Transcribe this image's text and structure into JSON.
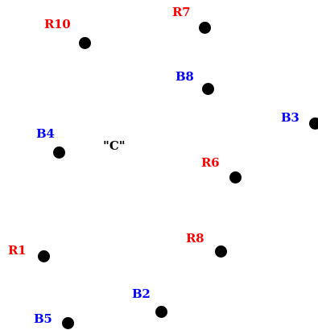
{
  "colors": {
    "red": "#ff0000",
    "blue": "#0000ff",
    "dot": "#000000"
  },
  "points": [
    {
      "label": "R10",
      "team": "red"
    },
    {
      "label": "R7",
      "team": "red"
    },
    {
      "label": "B8",
      "team": "blue"
    },
    {
      "label": "B3",
      "team": "blue"
    },
    {
      "label": "B4",
      "team": "blue"
    },
    {
      "label": "R6",
      "team": "red"
    },
    {
      "label": "R1",
      "team": "red"
    },
    {
      "label": "R8",
      "team": "red"
    },
    {
      "label": "B2",
      "team": "blue"
    },
    {
      "label": "B5",
      "team": "blue"
    }
  ],
  "annotation": "\"C\""
}
